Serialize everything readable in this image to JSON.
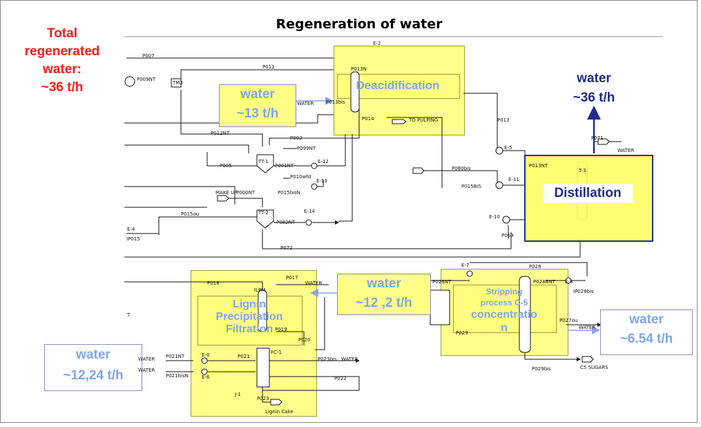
{
  "title": "Regeneration of water",
  "total": {
    "line1": "Total",
    "line2": "regenerated",
    "line3": "water:",
    "line4": "~36 t/h"
  },
  "blocks": {
    "deacidification": "Deacidification",
    "distillation": "Distillation",
    "stripping": {
      "line1": "Stripping",
      "line2": "process C-5",
      "line3": "concentratio",
      "line4": "n"
    },
    "lignin": {
      "line1": "Lignin",
      "line2": "Precipitation",
      "line3": "Filtration"
    }
  },
  "water_labels": {
    "deacid_in": {
      "word": "water",
      "rate": "~13 t/h"
    },
    "dist_out": {
      "word": "water",
      "rate": "~36 t/h"
    },
    "stripping_in": {
      "word": "water",
      "rate": "~12 ,2 t/h"
    },
    "lignin_in": {
      "word": "water",
      "rate": "~12,24 t/h"
    },
    "stripping_out": {
      "word": "water",
      "rate": "~6.54 t/h"
    }
  },
  "tags": {
    "p007": "P007",
    "p009nt": "P009NT",
    "p011": "P011",
    "tm3": "TM3",
    "e2": "E-2",
    "p013n": "P013N",
    "water_deacid": "WATER",
    "p013bis": "P013bis",
    "p014": "P014",
    "to_pulping": "TO PULPING",
    "p013": "P013",
    "p012nt": "P012NT",
    "p002": "P002",
    "p099nt": "P099NT",
    "tt1": "TT-1",
    "p005": "P005",
    "p001nt": "P001NT",
    "e12": "E-12",
    "p010": "P010wfd",
    "e13": "E-13",
    "make_up": "MAKE UP",
    "p000nt": "P000NT",
    "p015bis": "P015bisN",
    "tt2": "TT-2",
    "e14": "E-14",
    "p015": "P015ou",
    "p082nt": "P082NT",
    "e4": "E-4",
    "ip015": "IP015",
    "p072": "P072",
    "e5": "E-5",
    "p080bis": "P080bis",
    "p013nt": "P013NT",
    "e11": "E-11",
    "p015bis2": "P015BIS",
    "e10": "E-10",
    "p069": "P069",
    "p071": "P071",
    "water_dist": "WATER",
    "t3": "T-3",
    "p018": "P018",
    "lpm": "ILPM",
    "p017": "P017",
    "water_lig": "WATER",
    "p019": "P019",
    "p020": "P020",
    "p021nt": "P021NT",
    "e0": "E-0",
    "water_a": "WATER",
    "water_b": "WATER",
    "p021": "P021",
    "fc1": "FC-1",
    "p021bis": "P021bisN",
    "e6": "E-6",
    "p023bis": "P023bis",
    "water_out": "WATER",
    "p022": "P022",
    "p023": "P023",
    "lignin_cake": "Lignin Cake",
    "j1": "J-1",
    "e7": "E-7",
    "p028": "P028",
    "p026nt": "P026NT",
    "p028bnt": "P028BNT",
    "e8": "E-8",
    "ip028bis": "IP028bis",
    "p029": "P029",
    "p027": "P027ou",
    "water_strip": "WATER",
    "p029bis": "P029bis",
    "c5sugars": "C5 SUGARS",
    "t_mark": "T"
  },
  "colors": {
    "total_text": "#ff1a1a",
    "water_text": "#7da6ea",
    "distillation_border": "#1d2c8f",
    "block_fill": "#ffff66",
    "arrow_dark": "#1d2c8f",
    "arrow_light": "#8ea4e8"
  }
}
